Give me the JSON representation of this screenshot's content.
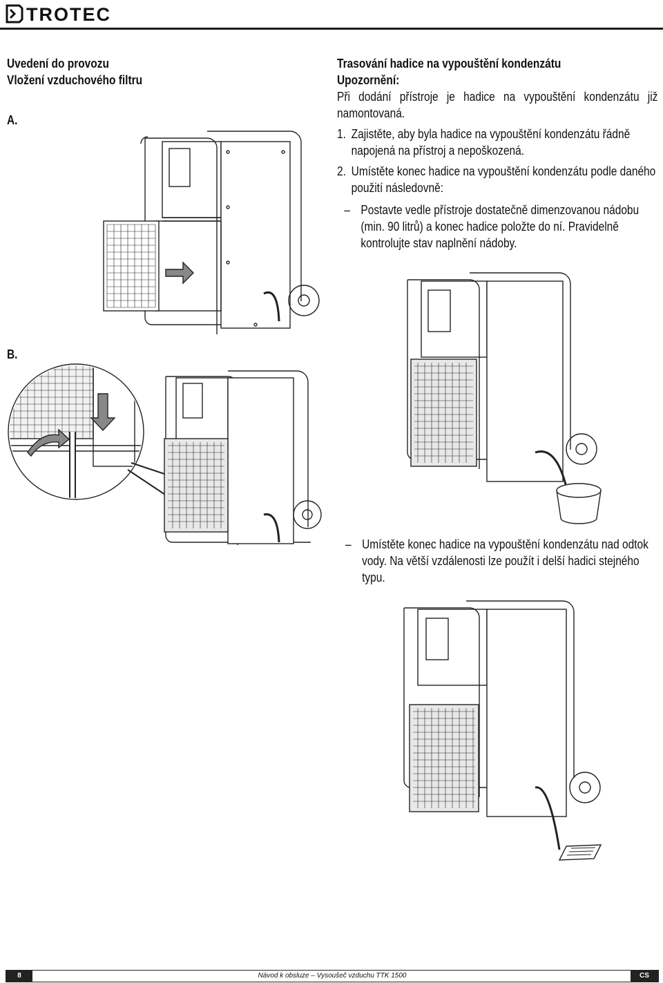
{
  "header": {
    "brand": "TROTEC",
    "accent_color": "#1a1a1a"
  },
  "left": {
    "title": "Uvedení do provozu",
    "subtitle": "Vložení vzduchového filtru",
    "label_a": "A.",
    "label_b": "B."
  },
  "right": {
    "title": "Trasování hadice na vypouštění kondenzátu",
    "note_label": "Upozornění:",
    "note_text": "Při dodání přístroje je hadice na vypouštění kondenzátu již namontovaná.",
    "step1_num": "1.",
    "step1_text": "Zajistěte, aby byla hadice na vypouštění kondenzátu řádně napojená na přístroj a nepoškozená.",
    "step2_num": "2.",
    "step2_text": "Umístěte konec hadice na vypouštění kondenzátu podle daného použití následovně:",
    "bullet1": "Postavte vedle přístroje dostatečně dimenzovanou nádobu (min. 90 litrů) a konec hadice položte do ní. Pravidelně kontrolujte stav naplnění nádoby.",
    "bullet2": "Umístěte konec hadice na vypouštění kondenzátu nad odtok vody. Na větší vzdálenosti lze použít i delší hadici stejného typu.",
    "dash": "–"
  },
  "footer": {
    "page": "8",
    "title": "Návod k obsluze – Vysoušeč vzduchu TTK 1500",
    "lang": "CS"
  }
}
